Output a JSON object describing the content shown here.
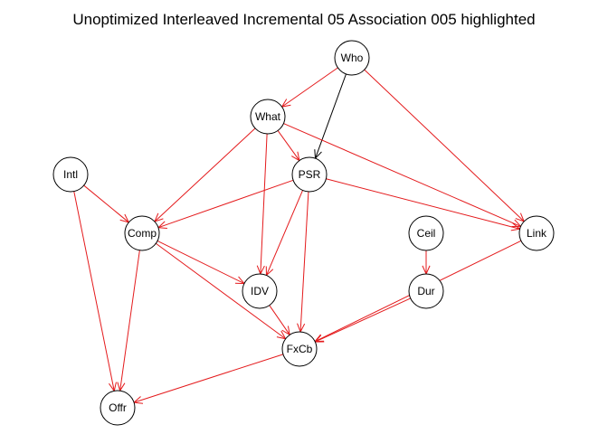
{
  "title": "Unoptimized Interleaved Incremental 05 Association 005 highlighted",
  "colors": {
    "highlight": "#e41a1c",
    "normal": "#000000",
    "node_fill": "#ffffff",
    "node_stroke": "#000000"
  },
  "nodes": [
    {
      "id": "Who",
      "label": "Who"
    },
    {
      "id": "What",
      "label": "What"
    },
    {
      "id": "Intl",
      "label": "Intl"
    },
    {
      "id": "PSR",
      "label": "PSR"
    },
    {
      "id": "Comp",
      "label": "Comp"
    },
    {
      "id": "Ceil",
      "label": "Ceil"
    },
    {
      "id": "Link",
      "label": "Link"
    },
    {
      "id": "IDV",
      "label": "IDV"
    },
    {
      "id": "Dur",
      "label": "Dur"
    },
    {
      "id": "FxCb",
      "label": "FxCb"
    },
    {
      "id": "Offr",
      "label": "Offr"
    }
  ],
  "edges": [
    {
      "from": "Who",
      "to": "What",
      "highlighted": true
    },
    {
      "from": "Who",
      "to": "PSR",
      "highlighted": false
    },
    {
      "from": "Who",
      "to": "Link",
      "highlighted": true
    },
    {
      "from": "What",
      "to": "PSR",
      "highlighted": true
    },
    {
      "from": "What",
      "to": "Comp",
      "highlighted": true
    },
    {
      "from": "What",
      "to": "IDV",
      "highlighted": true
    },
    {
      "from": "What",
      "to": "Link",
      "highlighted": true
    },
    {
      "from": "PSR",
      "to": "Comp",
      "highlighted": true
    },
    {
      "from": "PSR",
      "to": "IDV",
      "highlighted": true
    },
    {
      "from": "PSR",
      "to": "FxCb",
      "highlighted": true
    },
    {
      "from": "PSR",
      "to": "Link",
      "highlighted": true
    },
    {
      "from": "Intl",
      "to": "Comp",
      "highlighted": true
    },
    {
      "from": "Intl",
      "to": "Offr",
      "highlighted": true
    },
    {
      "from": "Comp",
      "to": "IDV",
      "highlighted": true
    },
    {
      "from": "Comp",
      "to": "FxCb",
      "highlighted": true
    },
    {
      "from": "Comp",
      "to": "Offr",
      "highlighted": true
    },
    {
      "from": "IDV",
      "to": "FxCb",
      "highlighted": true
    },
    {
      "from": "Ceil",
      "to": "Dur",
      "highlighted": true
    },
    {
      "from": "Dur",
      "to": "FxCb",
      "highlighted": true
    },
    {
      "from": "Link",
      "to": "FxCb",
      "highlighted": true
    },
    {
      "from": "FxCb",
      "to": "Offr",
      "highlighted": true
    }
  ]
}
